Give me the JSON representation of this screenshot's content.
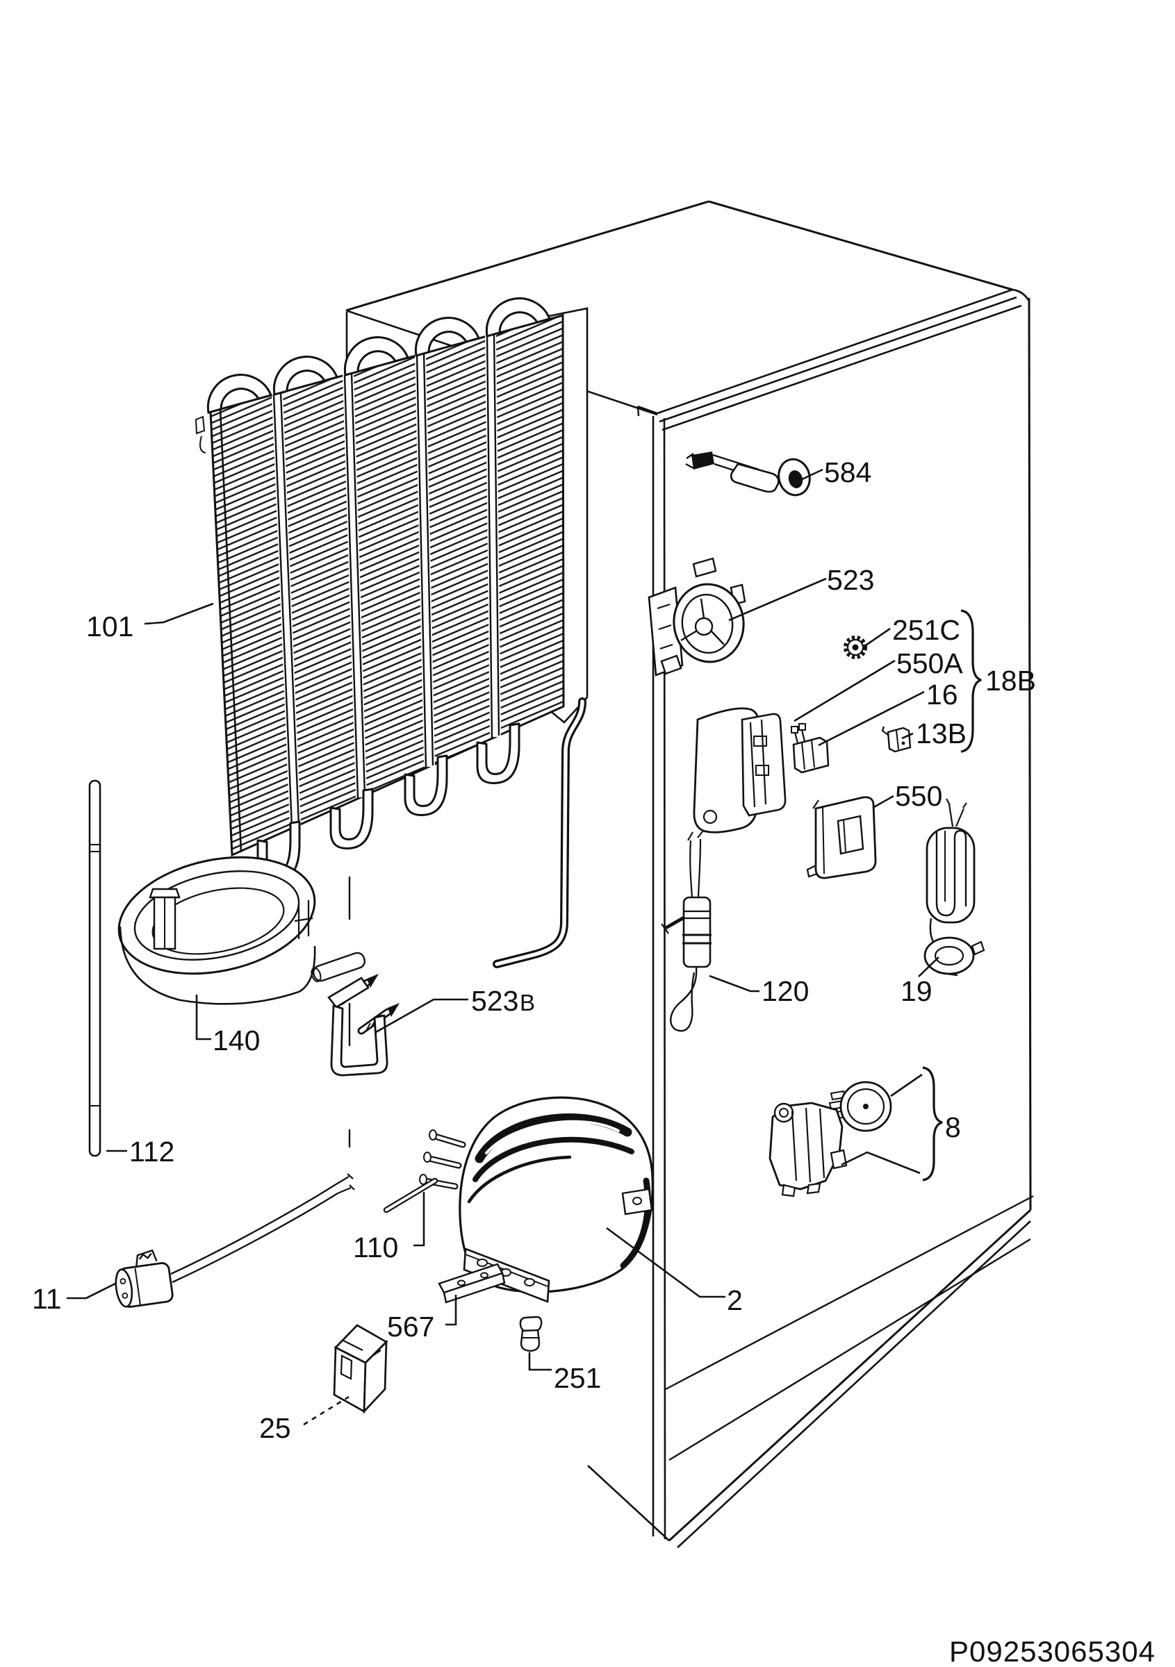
{
  "footer": {
    "code": "P09253065304"
  },
  "labels": [
    {
      "id": "101",
      "text": "101"
    },
    {
      "id": "584",
      "text": "584"
    },
    {
      "id": "523",
      "text": "523"
    },
    {
      "id": "251C",
      "text": "251C"
    },
    {
      "id": "550A",
      "text": "550A"
    },
    {
      "id": "16",
      "text": "16"
    },
    {
      "id": "13B",
      "text": "13B"
    },
    {
      "id": "18B",
      "text": "18B"
    },
    {
      "id": "550",
      "text": "550"
    },
    {
      "id": "140",
      "text": "140"
    },
    {
      "id": "523B",
      "text": "523",
      "suffix": "B"
    },
    {
      "id": "120",
      "text": "120"
    },
    {
      "id": "19",
      "text": "19"
    },
    {
      "id": "112",
      "text": "112"
    },
    {
      "id": "110",
      "text": "110"
    },
    {
      "id": "567",
      "text": "567"
    },
    {
      "id": "251",
      "text": "251"
    },
    {
      "id": "2",
      "text": "2"
    },
    {
      "id": "8",
      "text": "8"
    },
    {
      "id": "11",
      "text": "11"
    },
    {
      "id": "25",
      "text": "25"
    }
  ]
}
